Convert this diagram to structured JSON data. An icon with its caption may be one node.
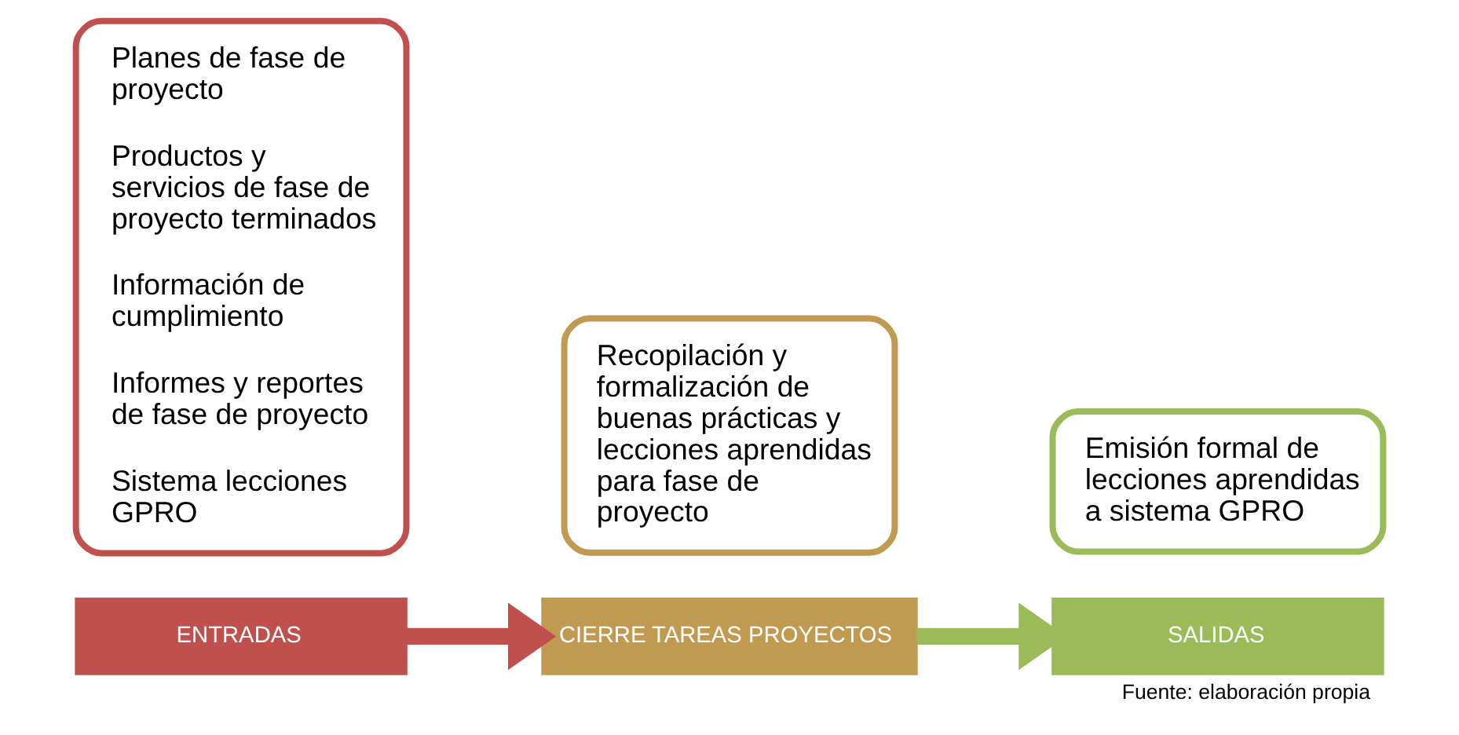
{
  "diagram": {
    "caption": "Fuente: elaboración propia",
    "nodes": [
      {
        "text": [
          "ENTRADAS"
        ]
      },
      {
        "text": [
          "Planes de fase de proyecto",
          "Productos y servicios de fase de proyecto terminados",
          "Información de cumplimiento",
          "Informes y reportes de fase de proyecto",
          "Sistema lecciones GPRO"
        ]
      },
      {
        "text": [
          "CIERRE TAREAS PROYECTOS"
        ]
      },
      {
        "text": [
          "Recopilación y formalización de buenas prácticas y lecciones aprendidas para fase de proyecto"
        ]
      },
      {
        "text": [
          "SALIDAS"
        ]
      },
      {
        "text": [
          "Emisión formal de lecciones aprendidas a sistema GPRO"
        ]
      }
    ],
    "edges": [
      {
        "from": 0,
        "to": 2,
        "arrow": "to",
        "color": "#c0504d"
      },
      {
        "from": 2,
        "to": 4,
        "arrow": "to",
        "color": "#9bbb59"
      }
    ]
  }
}
